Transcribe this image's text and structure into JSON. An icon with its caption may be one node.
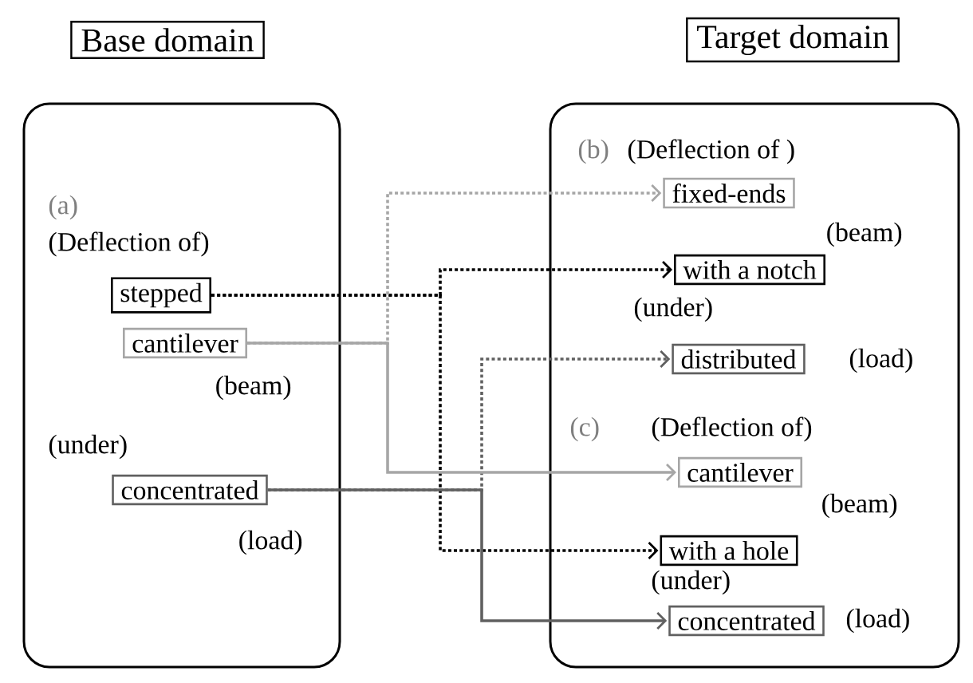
{
  "diagram": {
    "nodes": [
      {
        "text": [
          "Base domain"
        ]
      },
      {
        "text": [
          "Target domain"
        ]
      },
      {
        "text": [
          "(a)",
          "(Deflection of)",
          "(beam)",
          "(under)",
          "(load)"
        ]
      },
      {
        "text": [
          "stepped"
        ],
        "in": 2
      },
      {
        "text": [
          "cantilever"
        ],
        "in": 2
      },
      {
        "text": [
          "concentrated"
        ],
        "in": 2
      },
      {
        "text": [
          "(b)",
          "(Deflection of )",
          "(beam)",
          "(under)",
          "(load)",
          "(c)",
          "(Deflection of)",
          "(beam)",
          "(under)",
          "(load)"
        ]
      },
      {
        "text": [
          "fixed-ends"
        ],
        "in": 6
      },
      {
        "text": [
          "with a notch"
        ],
        "in": 6
      },
      {
        "text": [
          "distributed"
        ],
        "in": 6
      },
      {
        "text": [
          "cantilever"
        ],
        "in": 6
      },
      {
        "text": [
          "with a hole"
        ],
        "in": 6
      },
      {
        "text": [
          "concentrated"
        ],
        "in": 6
      }
    ],
    "edges": [
      {
        "from": 3,
        "to": 8,
        "arrow": "to",
        "style": "dashed",
        "color": "#000000"
      },
      {
        "from": 3,
        "to": 11,
        "arrow": "to",
        "style": "dashed",
        "color": "#000000"
      },
      {
        "from": 4,
        "to": 7,
        "arrow": "to",
        "style": "dashed",
        "color": "#a6a6a6"
      },
      {
        "from": 4,
        "to": 10,
        "arrow": "to",
        "color": "#a6a6a6"
      },
      {
        "from": 5,
        "to": 9,
        "arrow": "to",
        "style": "dashed",
        "color": "#606060"
      },
      {
        "from": 5,
        "to": 12,
        "arrow": "to",
        "color": "#606060"
      }
    ]
  }
}
